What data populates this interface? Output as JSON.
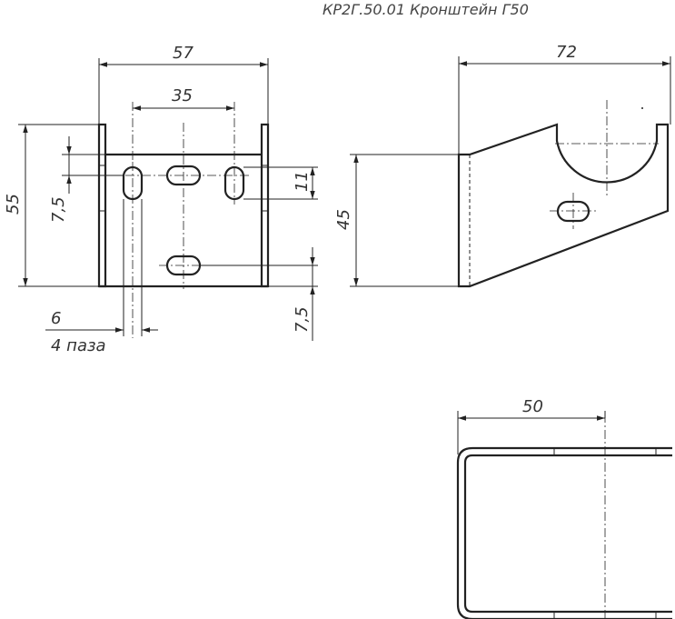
{
  "title": "КР2Г.50.01 Кронштейн Г50",
  "front_view": {
    "dim_width": "57",
    "dim_slot_spacing": "35",
    "dim_height": "55",
    "dim_slot_offset": "7,5",
    "dim_slot_length": "11",
    "dim_bottom_offset": "7,5",
    "dim_slot_width": "6",
    "note_slots": "4 паза"
  },
  "side_view": {
    "dim_length": "72",
    "dim_height": "45"
  },
  "top_view": {
    "dim_width": "50"
  }
}
